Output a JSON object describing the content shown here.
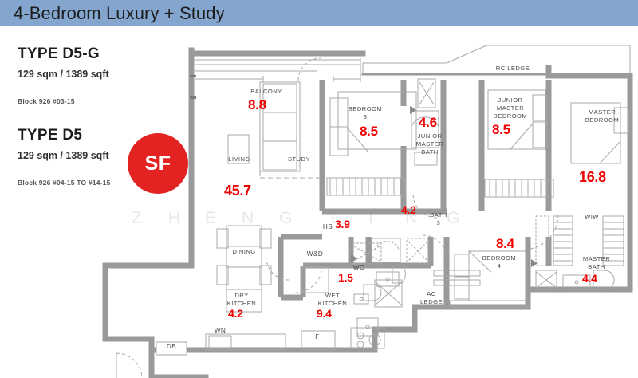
{
  "header": {
    "title": "4-Bedroom Luxury + Study",
    "bar_color": "#84a6ce"
  },
  "sidebar": {
    "unit_a": {
      "type": "TYPE D5-G",
      "area": "129 sqm / 1389 sqft",
      "block": "Block 926   #03-15"
    },
    "unit_b": {
      "type": "TYPE D5",
      "area": "129 sqm / 1389 sqft",
      "block": "Block 926   #04-15 TO #14-15"
    },
    "badge": {
      "label": "SF",
      "color": "#e32222"
    }
  },
  "watermark": {
    "text": "ZHENGLIN LIVING",
    "letters": [
      "Z",
      "H",
      "E",
      "N",
      "G",
      "L",
      "I",
      "N",
      "G"
    ]
  },
  "plan": {
    "accent_color": "#f00000",
    "rooms": [
      {
        "name": "BALCONY",
        "area": "8.8"
      },
      {
        "name": "LIVING",
        "area": "45.7"
      },
      {
        "name": "STUDY",
        "area": ""
      },
      {
        "name": "BEDROOM 3",
        "area": "8.5"
      },
      {
        "name": "JUNIOR MASTER BATH",
        "area": "4.6"
      },
      {
        "name": "JUNIOR MASTER BEDROOM",
        "area": "8.5"
      },
      {
        "name": "MASTER BEDROOM",
        "area": "16.8"
      },
      {
        "name": "BATH 3",
        "area": "4.2"
      },
      {
        "name": "HS",
        "area": "3.9"
      },
      {
        "name": "WC",
        "area": "1.5"
      },
      {
        "name": "BEDROOM 4",
        "area": "8.4"
      },
      {
        "name": "MASTER BATH",
        "area": "4.4"
      },
      {
        "name": "DRY KITCHEN",
        "area": "4.2"
      },
      {
        "name": "WET KITCHEN",
        "area": "9.4"
      }
    ],
    "labels": {
      "balcony": "BALCONY",
      "living": "LIVING",
      "study": "STUDY",
      "dining": "DINING",
      "bedroom3_l1": "BEDROOM",
      "bedroom3_l2": "3",
      "jr_bath_l1": "JUNIOR",
      "jr_bath_l2": "MASTER",
      "jr_bath_l3": "BATH",
      "jr_bed_l1": "JUNIOR",
      "jr_bed_l2": "MASTER",
      "jr_bed_l3": "BEDROOM",
      "master_bed_l1": "MASTER",
      "master_bed_l2": "BEDROOM",
      "rc_ledge": "RC LEDGE",
      "ac_ledge_l1": "AC",
      "ac_ledge_l2": "LEDGE",
      "wiw": "WIW",
      "bath3_l1": "BATH",
      "bath3_l2": "3",
      "hs": "HS",
      "wc": "WC",
      "wd": "W&D",
      "wn": "WN",
      "f": "F",
      "db": "DB",
      "bedroom4_l1": "BEDROOM",
      "bedroom4_l2": "4",
      "master_bath_l1": "MASTER",
      "master_bath_l2": "BATH",
      "dry_kitchen_l1": "DRY",
      "dry_kitchen_l2": "KITCHEN",
      "wet_kitchen_l1": "WET",
      "wet_kitchen_l2": "KITCHEN"
    },
    "areas": {
      "balcony": "8.8",
      "living": "45.7",
      "bedroom3": "8.5",
      "jr_bath": "4.6",
      "jr_bed": "8.5",
      "master_bed": "16.8",
      "bath3": "4.2",
      "hs": "3.9",
      "wc": "1.5",
      "bedroom4": "8.4",
      "master_bath": "4.4",
      "dry_kitchen": "4.2",
      "wet_kitchen": "9.4"
    }
  }
}
